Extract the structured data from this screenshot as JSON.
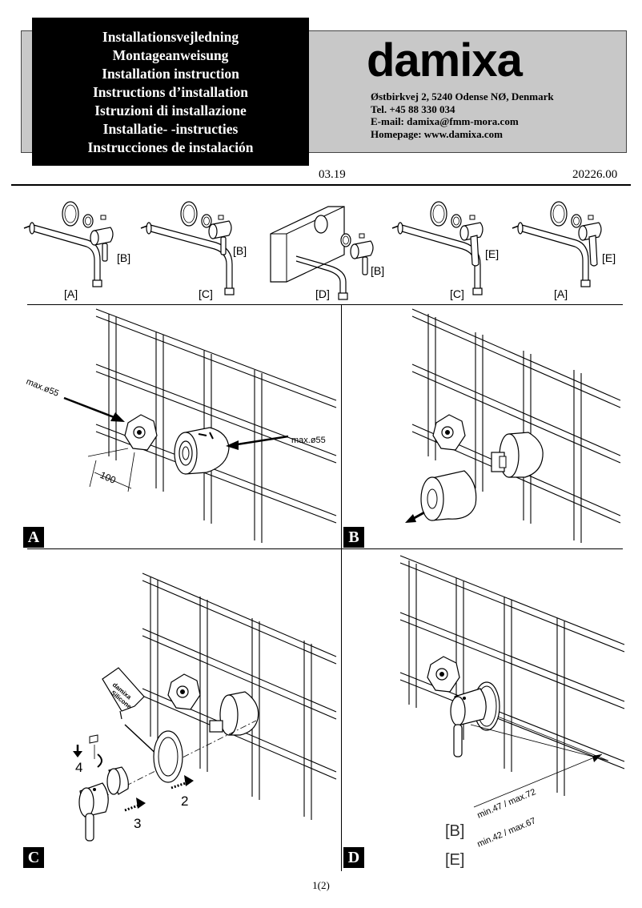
{
  "header": {
    "titles": [
      "Installationsvejledning",
      "Montageanweisung",
      "Installation instruction",
      "Instructions d’installation",
      "Istruzioni di installazione",
      "Installatie- -instructies",
      "Instrucciones de instalación"
    ],
    "brand": "damixa",
    "address": "Østbirkvej 2, 5240 Odense NØ, Denmark",
    "phone": "Tel. +45 88 330 034",
    "email": "E-mail: damixa@fmm-mora.com",
    "homepage": "Homepage: www.damixa.com",
    "date": "03.19",
    "doc_number": "20226.00"
  },
  "products": {
    "p1": {
      "spout": "[A]",
      "handle": "[B]"
    },
    "p2": {
      "spout": "[C]",
      "handle": "[B]"
    },
    "p3": {
      "spout": "[D]",
      "handle": "[B]"
    },
    "p4": {
      "spout": "[C]",
      "handle": "[E]"
    },
    "p5": {
      "spout": "[A]",
      "handle": "[E]"
    }
  },
  "panels": {
    "a": {
      "label": "A",
      "max_left": "max.ø55",
      "max_right": "max.ø55",
      "distance": "100"
    },
    "b": {
      "label": "B"
    },
    "c": {
      "label": "C",
      "tube_text_1": "damixa",
      "tube_text_2": "Silicone",
      "step_2": "2",
      "step_3": "3",
      "step_4": "4"
    },
    "d": {
      "label": "D",
      "variant_b": "[B]",
      "variant_e": "[E]",
      "range_b": "min.47 / max.72",
      "range_e": "min.42 / max.67"
    }
  },
  "footer": {
    "page": "1(2)"
  }
}
